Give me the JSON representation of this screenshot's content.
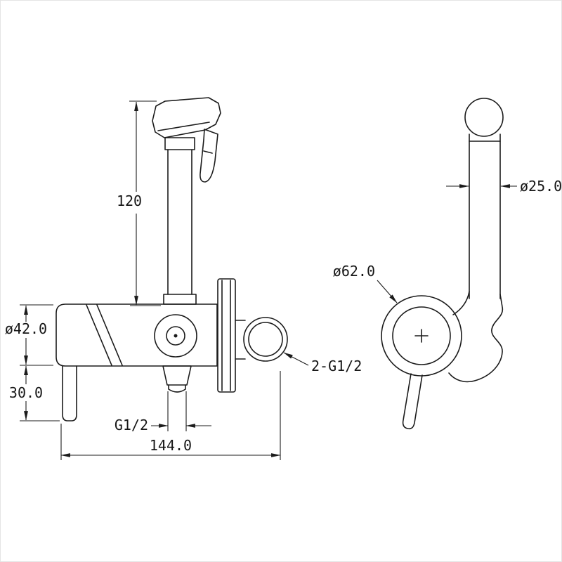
{
  "page": {
    "background": "#ffffff",
    "ink": "#1b1b1b"
  },
  "drawing": {
    "dimensions": {
      "tube_height": "120",
      "body_diameter": "ø42.0",
      "foot_offset": "30.0",
      "outlet_thread": "G1/2",
      "overall_width": "144.0",
      "connection_threads": "2-G1/2",
      "tube_diameter": "ø25.0",
      "escutcheon_diameter": "ø62.0"
    }
  }
}
